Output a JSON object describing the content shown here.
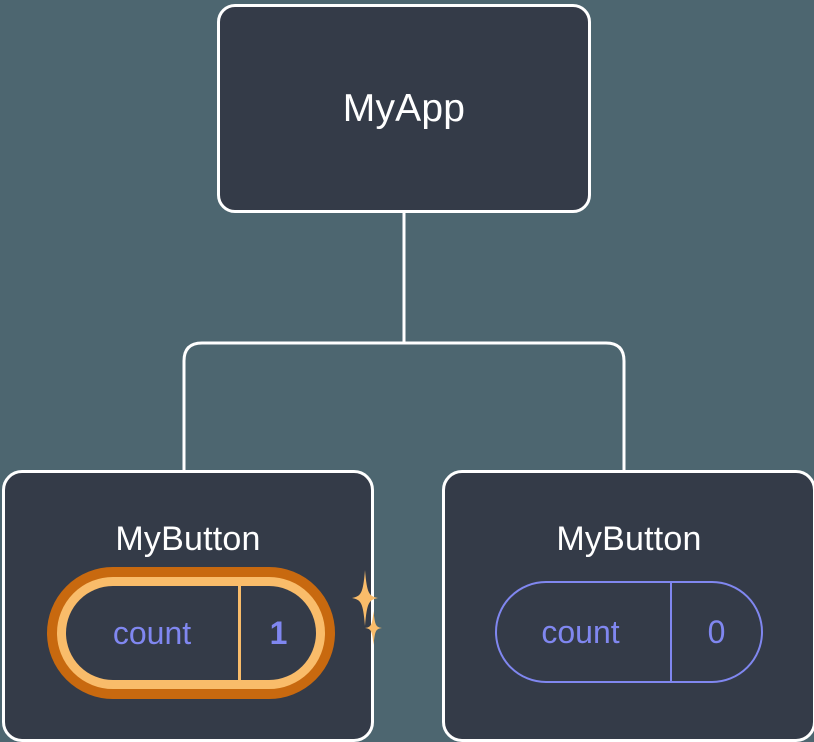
{
  "diagram": {
    "type": "component-tree",
    "background_color": "#4d6670",
    "node_fill": "#343b48",
    "node_border": "#ffffff",
    "accent_highlight_outer": "#c8690f",
    "accent_highlight_inner": "#f9bc6a",
    "accent_state_text": "#8087f0",
    "connector_color": "#ffffff"
  },
  "root": {
    "title": "MyApp"
  },
  "children": [
    {
      "title": "MyButton",
      "state": {
        "key": "count",
        "value": "1"
      },
      "highlighted": true,
      "sparkle_count": 2
    },
    {
      "title": "MyButton",
      "state": {
        "key": "count",
        "value": "0"
      },
      "highlighted": false,
      "sparkle_count": 0
    }
  ]
}
